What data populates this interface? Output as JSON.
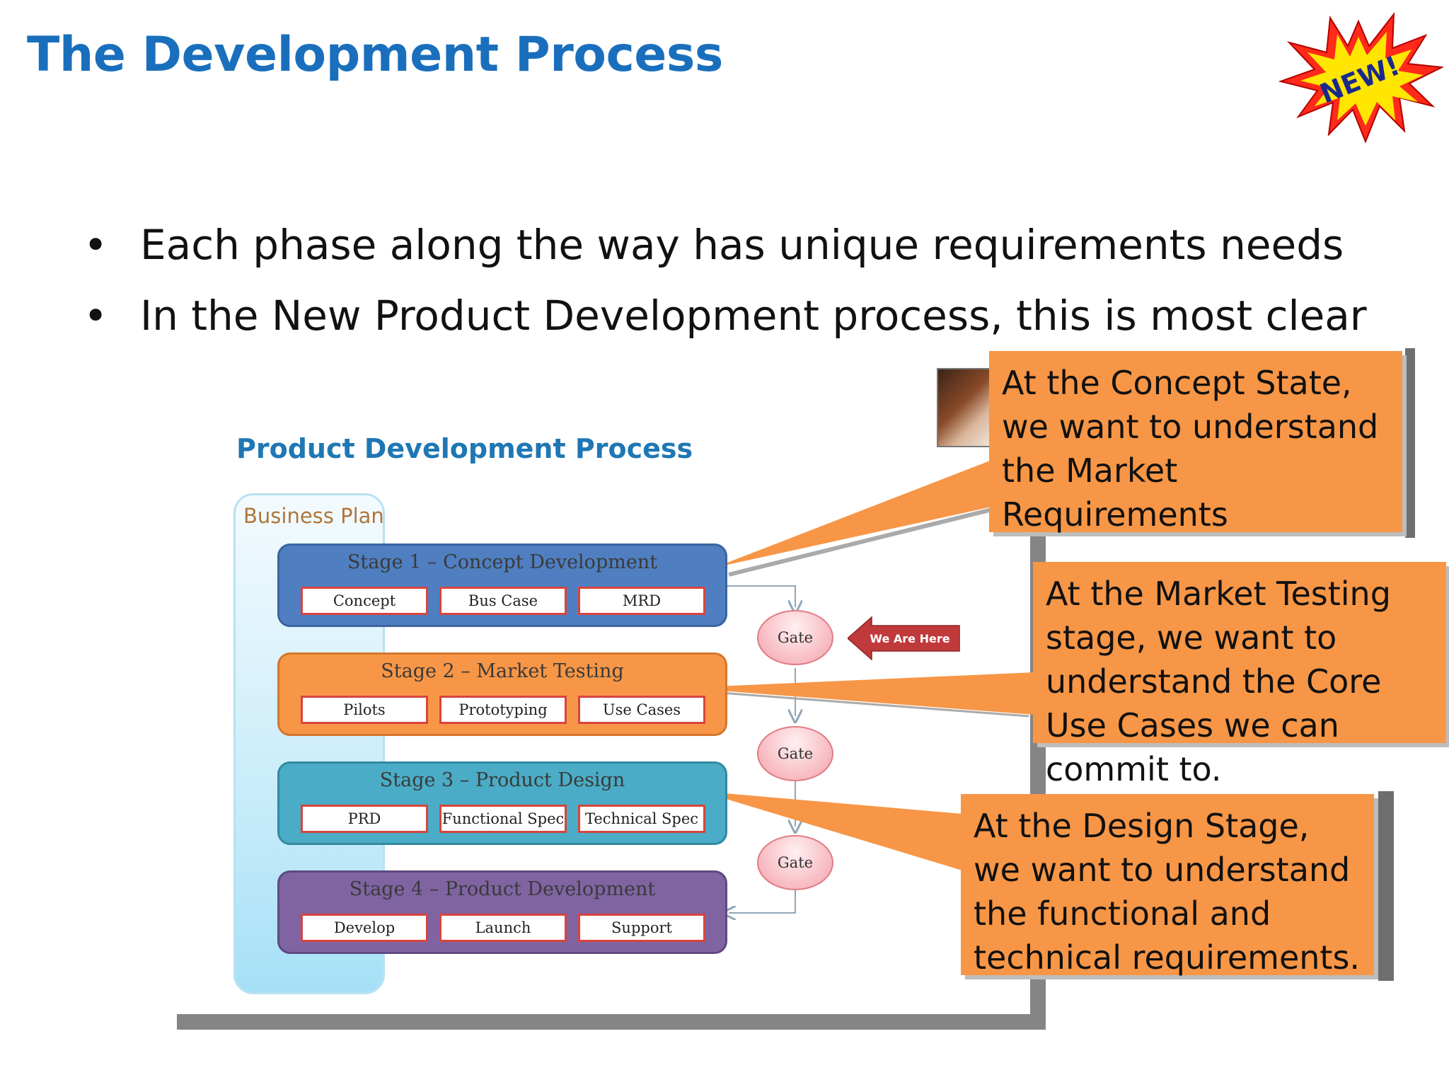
{
  "slide": {
    "title": "The Development Process",
    "bullets": [
      "Each phase along the way has unique requirements needs",
      "In the New Product Development process, this is most clear"
    ],
    "badge_text": "NEW!"
  },
  "diagram": {
    "title": "Product Development Process",
    "business_plan_label": "Business Plan",
    "stages": [
      {
        "label": "Stage 1 – Concept Development",
        "color": "#4f7fc1",
        "items": [
          "Concept",
          "Bus Case",
          "MRD"
        ]
      },
      {
        "label": "Stage 2 – Market Testing",
        "color": "#f79646",
        "items": [
          "Pilots",
          "Prototyping",
          "Use Cases"
        ]
      },
      {
        "label": "Stage 3 – Product Design",
        "color": "#4aacc6",
        "items": [
          "PRD",
          "Functional Spec",
          "Technical Spec"
        ]
      },
      {
        "label": "Stage 4 – Product Development",
        "color": "#8064a2",
        "items": [
          "Develop",
          "Launch",
          "Support"
        ]
      }
    ],
    "gate_label": "Gate",
    "we_are_here": "We Are Here"
  },
  "callouts": [
    "At the Concept State, we want to understand the Market Requirements",
    "At the Market Testing stage, we want to understand the Core Use Cases we can commit to.",
    "At the Design Stage, we want to understand the functional and technical requirements."
  ],
  "colors": {
    "title": "#1a6fbd",
    "callout": "#f79646",
    "frame": "#858585",
    "arrow": "#c0393b"
  }
}
